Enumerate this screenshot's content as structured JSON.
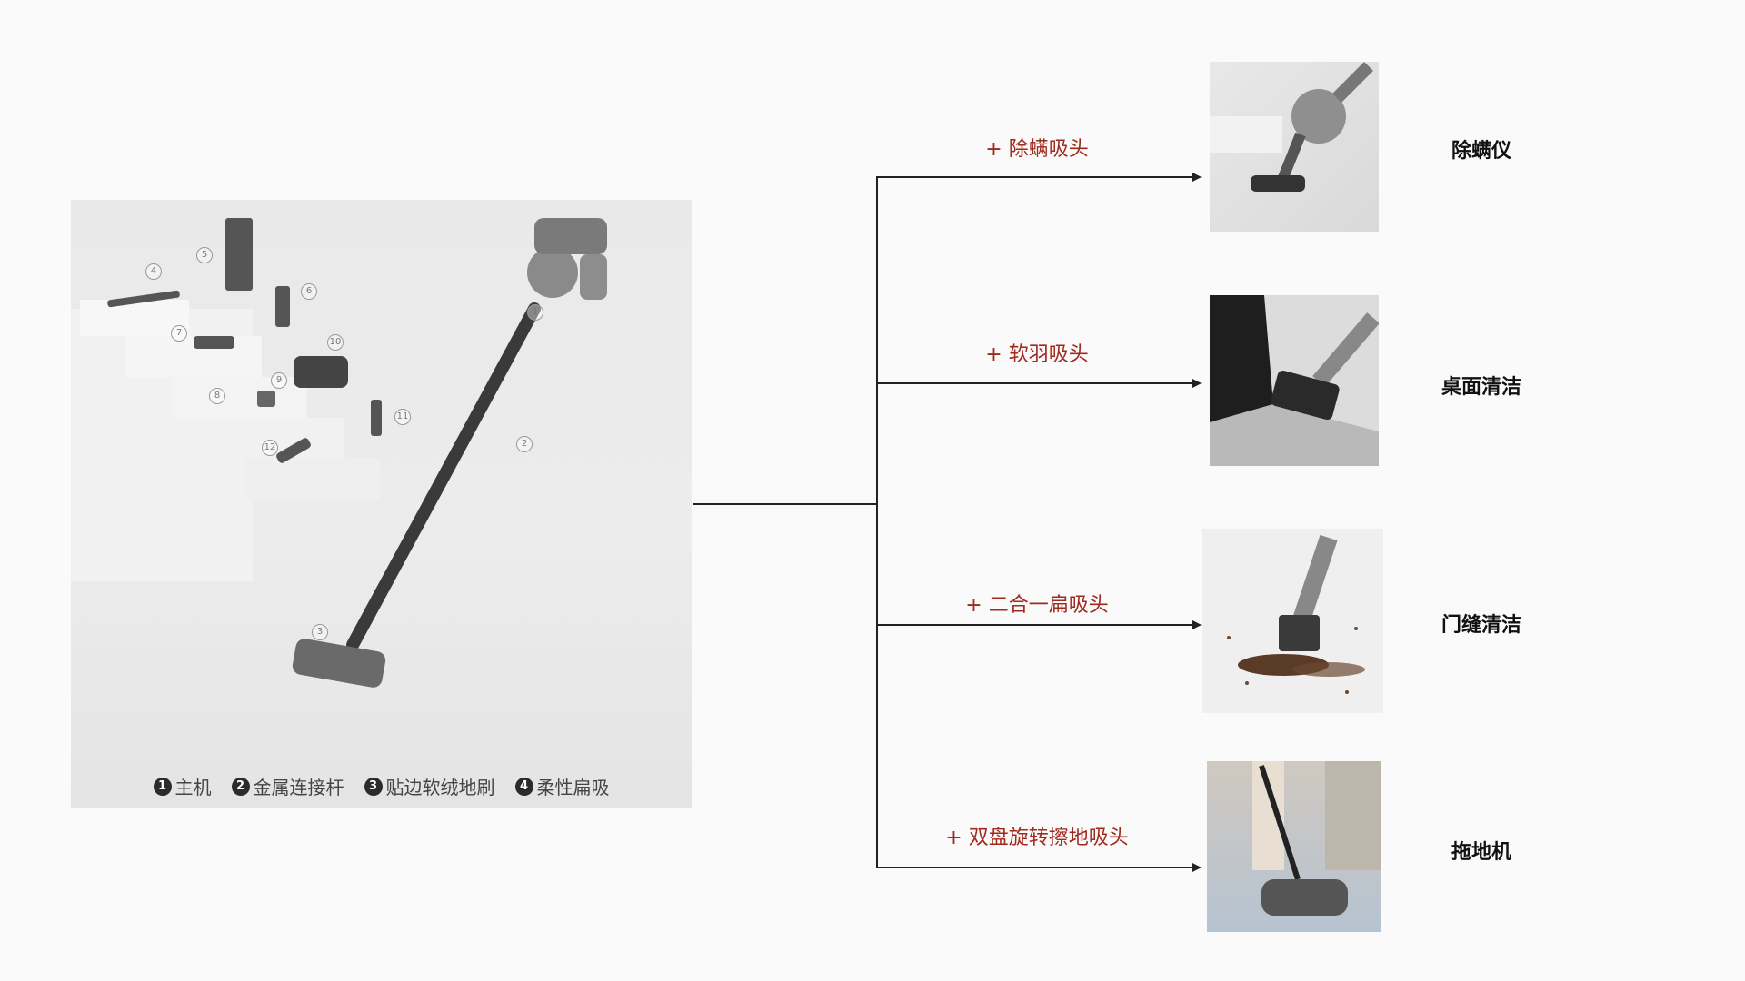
{
  "main_image": {
    "numbers": [
      "1",
      "2",
      "3",
      "4",
      "5",
      "6",
      "7",
      "8",
      "9",
      "10",
      "11",
      "12"
    ],
    "legend": [
      {
        "num": "1",
        "label": "主机"
      },
      {
        "num": "2",
        "label": "金属连接杆"
      },
      {
        "num": "3",
        "label": "贴边软绒地刷"
      },
      {
        "num": "4",
        "label": "柔性扁吸"
      }
    ]
  },
  "branches": [
    {
      "attachment": "+ 除螨吸头",
      "result": "除螨仪",
      "icon": "mite-removal-photo"
    },
    {
      "attachment": "+ 软羽吸头",
      "result": "桌面清洁",
      "icon": "desk-cleaning-photo"
    },
    {
      "attachment": "+ 二合一扁吸头",
      "result": "门缝清洁",
      "icon": "crevice-cleaning-photo"
    },
    {
      "attachment": "+ 双盘旋转擦地吸头",
      "result": "拖地机",
      "icon": "mopping-photo"
    }
  ],
  "colors": {
    "accent_red": "#a02a1e",
    "line": "#222222",
    "background": "#fafafa"
  }
}
